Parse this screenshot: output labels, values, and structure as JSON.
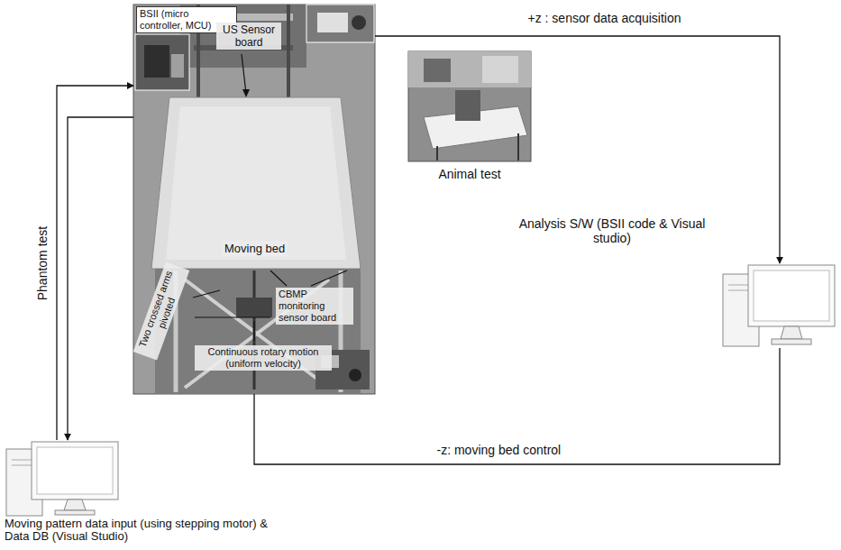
{
  "diagram": {
    "nodes": [
      {
        "text": [
          "BSII (micro controller, MCU)",
          "US Sensor board",
          "Moving bed",
          "CBMP monitoring sensor board",
          "Two crossed arms pivoted",
          "Continuous rotary motion (uniform velocity)"
        ]
      },
      {
        "text": [
          "Animal test"
        ]
      },
      {
        "text": [
          "Analysis S/W (BSII code & Visual studio)"
        ]
      },
      {
        "text": [
          "Moving pattern data input (using stepping motor) & Data DB (Visual Studio)"
        ]
      }
    ],
    "edges": [
      {
        "from": 0,
        "to": 2,
        "arrow": "to",
        "label": "+z : sensor data acquisition"
      },
      {
        "from": 2,
        "to": 0,
        "arrow": "none",
        "label": "-z: moving bed control"
      },
      {
        "from": 3,
        "to": 0,
        "arrow": "to",
        "label": "Phantom test"
      },
      {
        "from": 0,
        "to": 3,
        "arrow": "to"
      }
    ]
  }
}
